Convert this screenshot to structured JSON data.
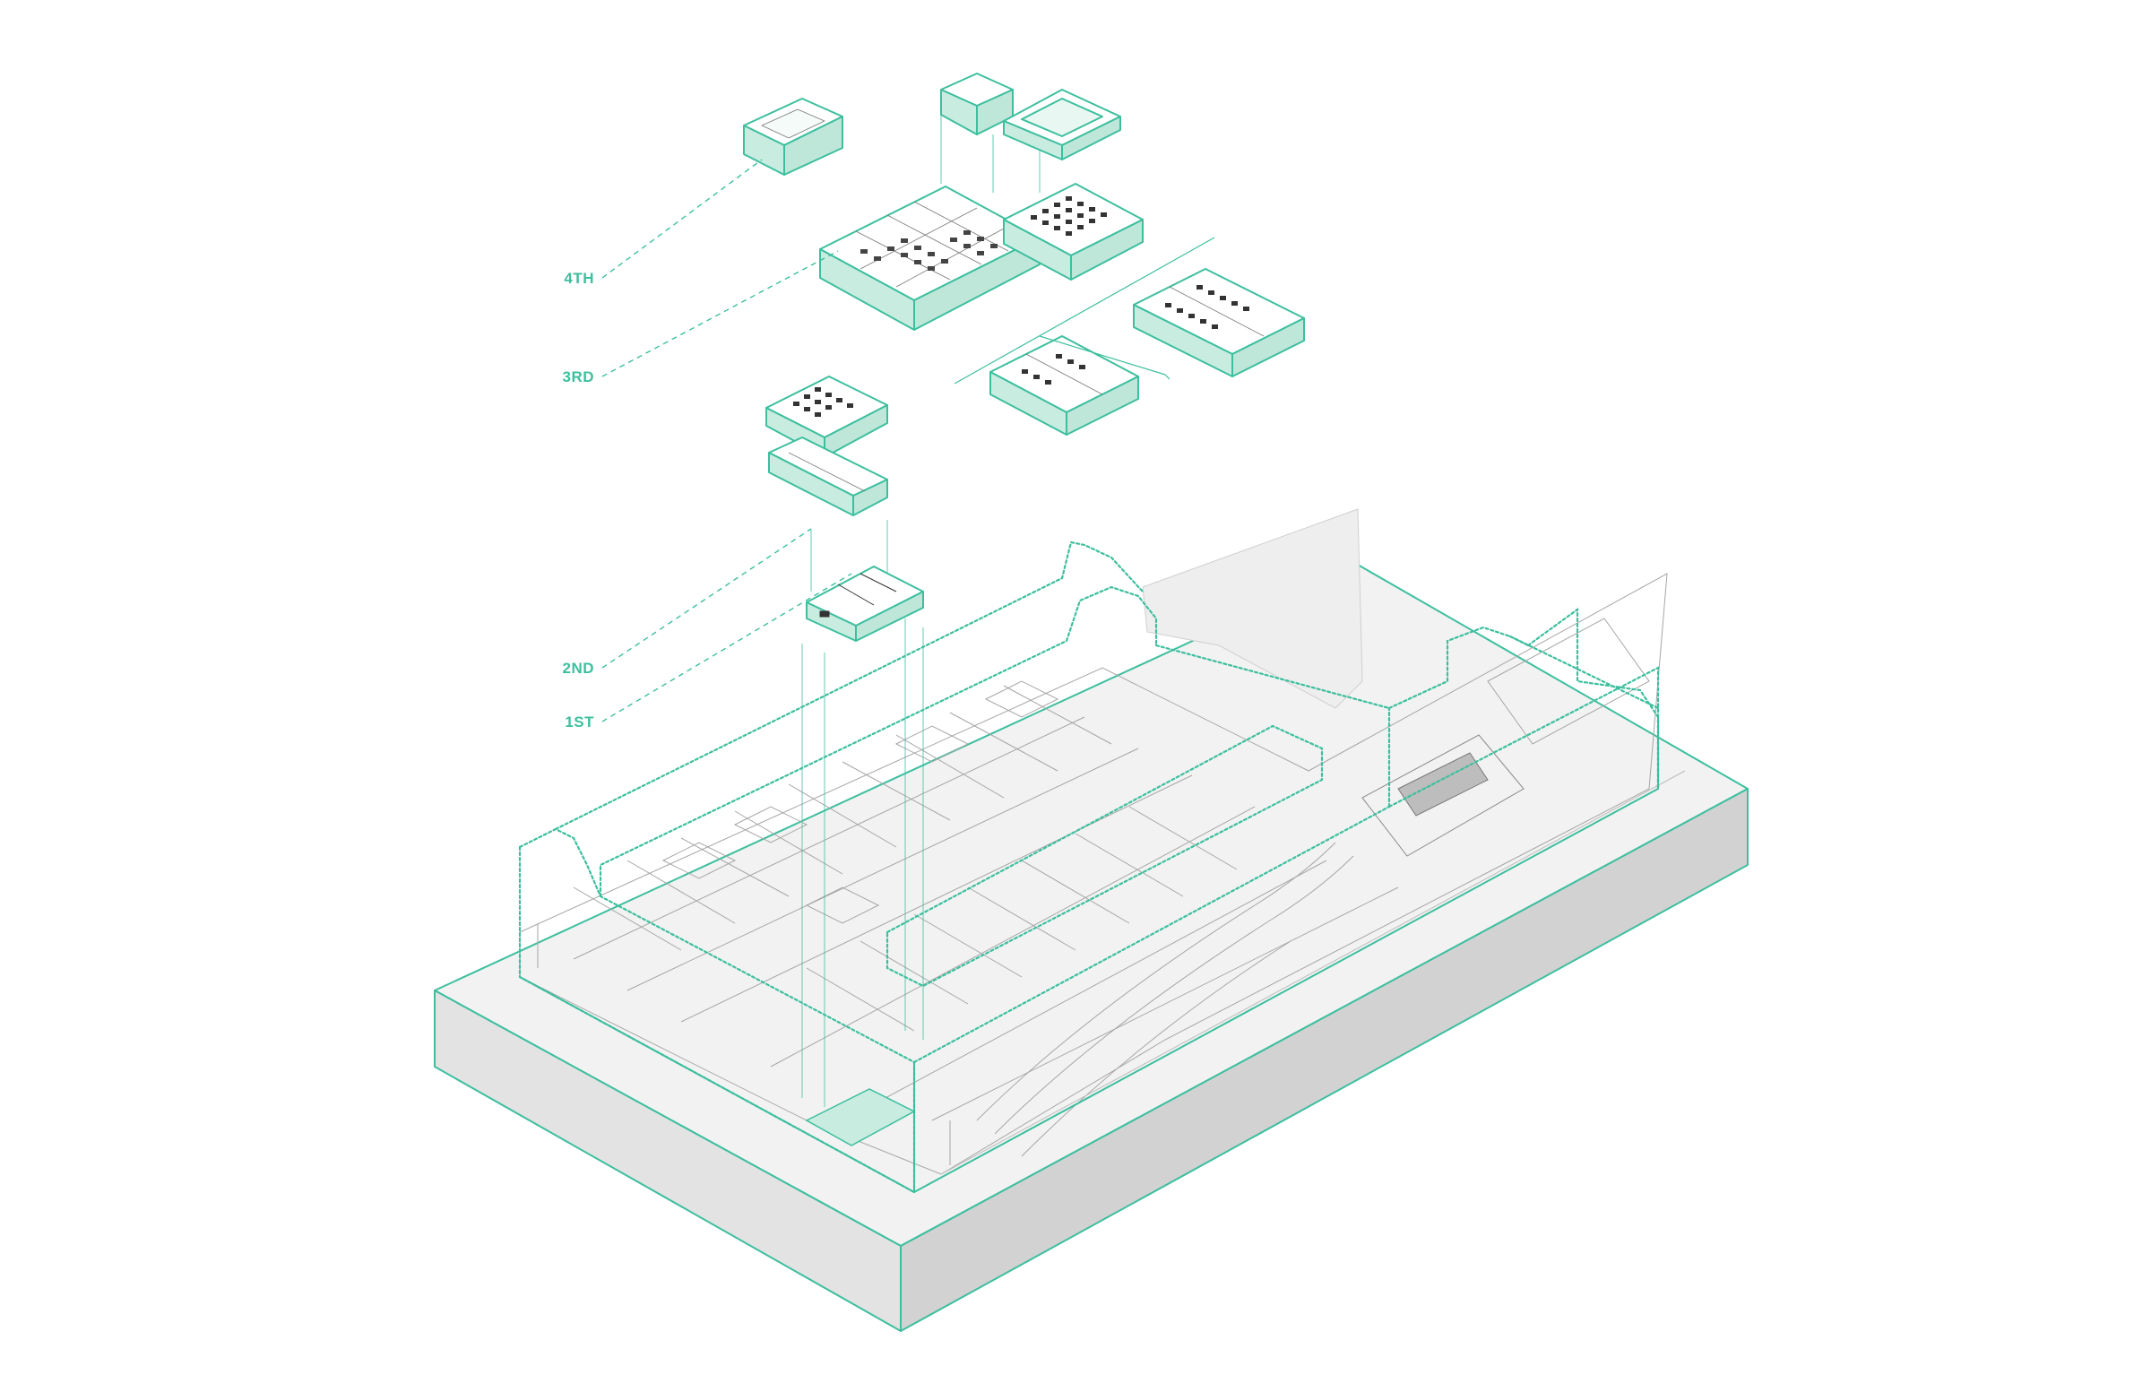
{
  "diagram": {
    "floor_labels": [
      {
        "id": "4th",
        "text": "4TH"
      },
      {
        "id": "3rd",
        "text": "3RD"
      },
      {
        "id": "2nd",
        "text": "2ND"
      },
      {
        "id": "1st",
        "text": "1ST"
      }
    ],
    "colors": {
      "accent": "#3dbf9e",
      "accent_fill": "#c9ece0",
      "line": "#9a9a9a",
      "base_top": "#f1f1f1",
      "base_left": "#e2e2e2",
      "base_right": "#cfcfcf",
      "background": "#ffffff"
    }
  }
}
